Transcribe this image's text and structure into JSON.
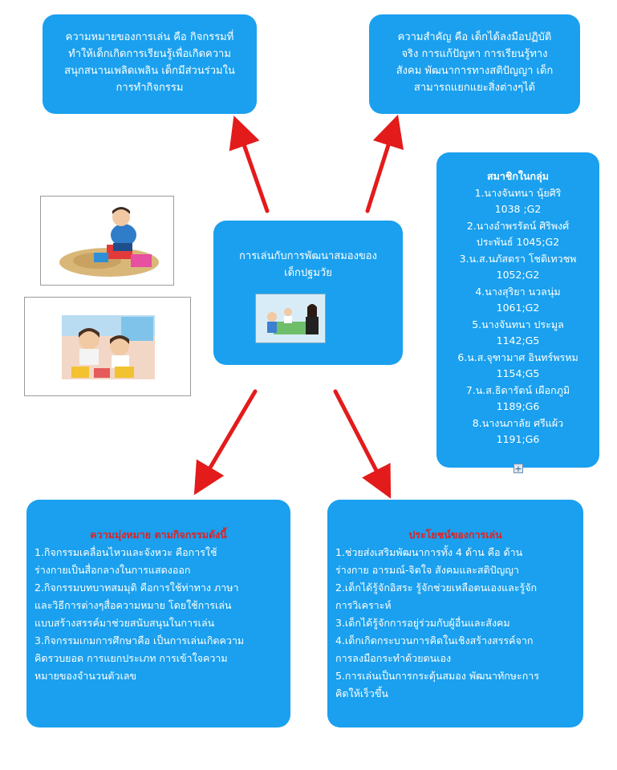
{
  "meaning_box": {
    "lines": [
      "ความหมายของการเล่น คือ กิจกรรมที่",
      "ทำให้เด็กเกิดการเรียนรู้เพื่อเกิดความ",
      "สนุกสนานเพลิดเพลิน เด็กมีส่วนร่วมใน",
      "การทำกิจกรรม"
    ]
  },
  "importance_box": {
    "lines": [
      "ความสำคัญ คือ เด็กได้ลงมือปฏิบัติ",
      "จริง การแก้ปัญหา การเรียนรู้ทาง",
      "สังคม พัฒนาการทางสติปัญญา เด็ก",
      "สามารถแยกแยะสิ่งต่างๆได้"
    ]
  },
  "center_box": {
    "lines": [
      "การเล่นกับการพัฒนาสมองของ",
      "เด็กปฐมวัย"
    ]
  },
  "members_box": {
    "title": "สมาชิกในกลุ่ม",
    "lines": [
      "1.นางจันทนา นุ้ยศิริ",
      "1038 ;G2",
      "2.นางอำพรรัตน์ ศิริพงศ์",
      "ประพันธ์ 1045;G2",
      "3.น.ส.นภัสตรา โชติเทวชพ",
      "1052;G2",
      "4.นางสุริยา นวลนุ่ม",
      "1061;G2",
      "5.นางจันทนา ประมูล",
      "1142;G5",
      "6.น.ส.จุฑามาศ อินทร์พรหม",
      "1154;G5",
      "7.น.ส.ธิดารัตน์ เผือกภูมิ",
      "1189;G6",
      "8.นางนภาลัย ศรีแผ้ว",
      "1191;G6"
    ],
    "expand_label": "+"
  },
  "objectives_box": {
    "title": "ความมุ่งหมาย ตามกิจกรรมดังนี้",
    "lines": [
      "1.กิจกรรมเคลื่อนไหวและจังหวะ  คือการใช้",
      "ร่างกายเป็นสื่อกลางในการแสดงออก",
      "2.กิจกรรมบทบาทสมมุติ คือการใช้ท่าทาง ภาษา",
      "และวิธีการต่างๆสื่อความหมาย  โดยใช้การเล่น",
      "แบบสร้างสรรค์มาช่วยสนับสนุนในการเล่น",
      "3.กิจกรรมเกมการศึกษาคือ เป็นการเล่นเกิดความ",
      "คิดรวบยอด การแยกประเภท การเข้าใจความ",
      "หมายของจำนวนตัวเลข"
    ]
  },
  "benefits_box": {
    "title": "ประโยชน์ของการเล่น",
    "lines": [
      "1.ช่วยส่งเสริมพัฒนาการทั้ง 4 ด้าน คือ ด้าน",
      "ร่างกาย อารมณ์-จิตใจ สังคมและสติปัญญา",
      "2.เด็กได้รู้จักอิสระ  รู้จักช่วยเหลือตนเองและรู้จัก",
      "การวิเคราะห์",
      "3.เด็กได้รู้จักการอยู่ร่วมกับผู้อื่นและสังคม",
      "4.เด็กเกิดกระบวนการคิดในเชิงสร้างสรรค์จาก",
      "การลงมือกระทำด้วยตนเอง",
      "5.การเล่นเป็นการกระตุ้นสมอง  พัฒนาทักษะการ",
      "คิดให้เร็วขึ้น"
    ]
  },
  "colors": {
    "box": "#1aa0ee",
    "arrow": "#e31b1b",
    "title_red": "#e52020"
  },
  "icons": [
    "arrow-up-left-icon",
    "arrow-up-right-icon",
    "arrow-down-left-icon",
    "arrow-down-right-icon",
    "expand-plus-icon"
  ]
}
